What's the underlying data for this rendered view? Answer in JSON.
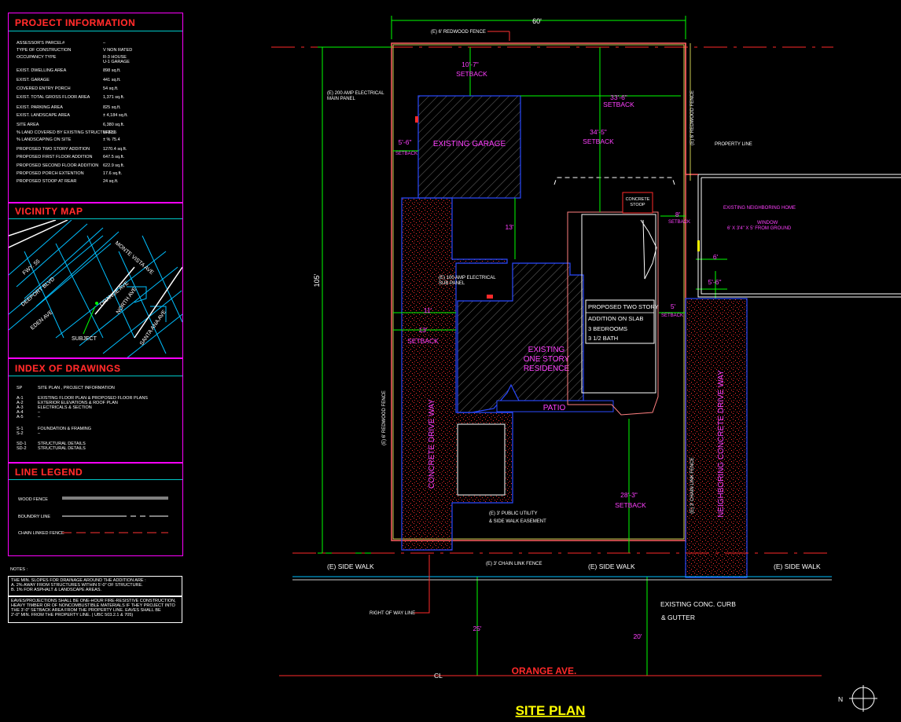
{
  "project_info": {
    "title": "PROJECT INFORMATION",
    "rows": [
      {
        "label": "ASSESSOR'S PARCEL#",
        "value": "–"
      },
      {
        "label": "TYPE OF CONSTRUCTION",
        "value": "V NON RATED"
      },
      {
        "label": "OCCUPANCY TYPE",
        "value": "R-3 HOUSE\nU-1 GARAGE"
      },
      {
        "label": "EXIST. DWELLING AREA",
        "value": "898 sq.ft."
      },
      {
        "label": "EXIST. GARAGE",
        "value": "441 sq.ft."
      },
      {
        "label": "COVERED ENTRY PORCH",
        "value": "54 sq.ft."
      },
      {
        "label": "EXIST. TOTAL GROSS FLOOR AREA",
        "value": "1,371 sq.ft."
      },
      {
        "label": "EXIST. PARKING AREA",
        "value": "825 sq.ft."
      },
      {
        "label": "EXIST. LANDSCAPE AREA",
        "value": "± 4,184 sq.ft."
      },
      {
        "label": "SITE AREA",
        "value": "6,380 sq.ft."
      },
      {
        "label": "% LAND COVERED BY EXISTING STRUCTURES",
        "value": "% 21.5"
      },
      {
        "label": "% LANDSCAPING ON SITE",
        "value": "± % 75.4"
      },
      {
        "label": "PROPOSED TWO STORY ADDITION",
        "value": "1270.4 sq.ft."
      },
      {
        "label": "PROPOSED FIRST FLOOR ADDITION",
        "value": "647.5 sq.ft."
      },
      {
        "label": "PROPOSED SECOND FLOOR ADDITION",
        "value": "622.9 sq.ft."
      },
      {
        "label": "PROPOSED PORCH EXTENTION",
        "value": "17.6 sq.ft."
      },
      {
        "label": "PROPOSED STOOP AT REAR",
        "value": "24 sq.ft."
      }
    ]
  },
  "vicinity_map": {
    "title": "VICINITY MAP",
    "streets": [
      "FWY. 55",
      "DEEPORT BLVD",
      "MONTE VISTA AVE",
      "ORANGE AVE",
      "NORTH AVE",
      "EDEN AVE",
      "SANTA ANA AVE"
    ],
    "subject_label": "SUBJECT"
  },
  "index_of_drawings": {
    "title": "INDEX OF DRAWINGS",
    "rows": [
      {
        "code": "SP",
        "desc": "SITE PLAN , PROJECT INFORMATION"
      },
      {
        "code": "A-1\nA-2\nA-3\nA-4\nA-5",
        "desc": "EXISTING FLOOR PLAN & PROPOSED FLOOR PLANS\nEXTERIOR ELEVATIONS & ROOF PLAN\nELECTRICALS & SECTION\n–\n–"
      },
      {
        "code": "S-1\nS-2",
        "desc": "FOUNDATION & FRAMING\n–"
      },
      {
        "code": "SD-1\nSD-2",
        "desc": "STRUCTURAL DETAILS\nSTRUCTURAL DETAILS"
      }
    ]
  },
  "line_legend": {
    "title": "LINE LEGEND",
    "items": [
      {
        "label": "WOOD FENCE"
      },
      {
        "label": "BOUNDRY LINE"
      },
      {
        "label": "CHAIN LINKED FENCE"
      }
    ]
  },
  "notes": {
    "heading": "NOTES :",
    "text1": "THE MIN. SLOPES FOR DRAINAGE AROUND THE ADDITION ARE :\nA. 2% AWAY FROM STRUCTURES WITHIN 5'-0\" OF STRUCTURE.\nB. 1% FOR ASPHALT & LANDSCAPE AREAS.",
    "text2": "EAVES/PROJECTIONS SHALL BE ONE-HOUR FIRE-RESISTIVE CONSTRUCTION,\nHEAVY TIMBER OR OF NONCOMBUSTIBLE MATERIALS IF THEY PROJECT INTO\nTHE 3'-0\" SETBACK AREA FROM THE PROPERTY LINE. EAVES SHALL BE\n2'-0\" MIN. FROM THE PROPERTY LINE. ( UBC 503.2.1 & 705)"
  },
  "plan": {
    "title": "SITE PLAN",
    "labels": {
      "width_dim": "60'",
      "depth_dim": "105'",
      "redwood_fence_top": "(E) 6' REDWOOD FENCE",
      "redwood_fence_right": "(E) 6' REDWOOD FENCE",
      "redwood_fence_left": "(E) 6' REDWOOD FENCE",
      "chain_fence_right": "(E) 3' CHAIN LINK FENCE",
      "chain_fence_front": "(E) 3' CHAIN LINK FENCE",
      "setback_rear_dim": "10'-7\"",
      "setback_rear": "SETBACK",
      "setback_33_dim": "33'-6\"",
      "setback_33": "SETBACK",
      "setback_34_dim": "34'-5\"",
      "setback_34": "SETBACK",
      "setback_side_dim": "5'-6\"",
      "setback_side": "SETBACK",
      "electrical_main": "(E) 200 AMP ELECTRICAL\nMAIN PANEL",
      "existing_garage": "EXISTING GARAGE",
      "property_line": "PROPERTY LINE",
      "concrete_stoop": "CONCRETE\nSTOOP",
      "dim_13_vert": "13'",
      "setback_8_dim": "8'",
      "setback_8": "SETBACK",
      "neighbor_home": "EXISTING NEIGHBORING HOME",
      "window": "WINDOW\n6' X 3'4\" X 5' FROM GROUND",
      "dim_6": "6'",
      "dim_5_6": "5'-6\"",
      "sub_panel": "(E) 100 AMP ELECTRICAL\nSUB PANEL",
      "dim_11": "11'",
      "dim_13_horiz": "13'",
      "setback_13": "SETBACK",
      "proposed_lines": [
        "PROPOSED TWO STORY",
        "ADDITION ON SLAB",
        "3 BEDROOMS",
        "3 1/2 BATH"
      ],
      "setback_5_dim": "5'",
      "setback_5": "SETBACK",
      "existing_residence": "EXISTING\nONE  STORY\nRESIDENCE",
      "patio": "PATIO",
      "concrete_drive": "CONCRETE  DRIVE  WAY",
      "neighbor_drive": "NEIGHBORING CONCRETE DRIVE WAY",
      "setback_28_dim": "28'-3\"",
      "setback_28": "SETBACK",
      "public_utility": "(E) 3' PUBLIC UTILITY\n& SIDE WALK EASEMENT",
      "side_walk_1": "(E) SIDE WALK",
      "side_walk_2": "(E) SIDE WALK",
      "side_walk_3": "(E) SIDE WALK",
      "right_of_way": "RIGHT OF WAY LINE",
      "curb": "EXISTING CONC. CURB",
      "gutter": "& GUTTER",
      "dim_25": "25'",
      "dim_20": "20'",
      "street": "ORANGE AVE.",
      "centerline": "CL",
      "north": "N"
    }
  }
}
